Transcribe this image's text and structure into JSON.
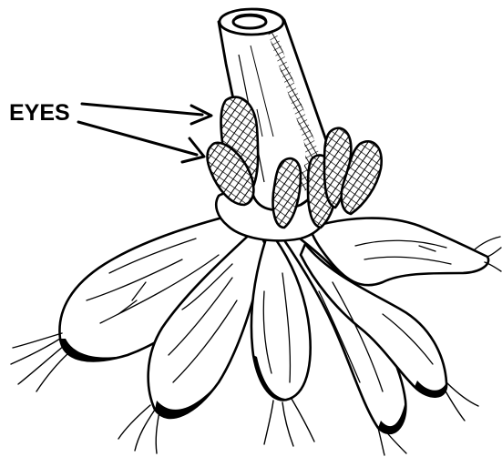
{
  "diagram": {
    "label": "EYES",
    "ink_color": "#000000",
    "background_color": "#ffffff",
    "subject": "peony-root-crown-illustration",
    "arrow_count": 2
  }
}
